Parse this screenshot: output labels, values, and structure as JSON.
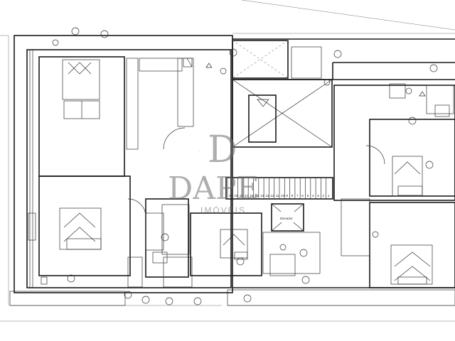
{
  "watermark": {
    "monogram": "D",
    "brand": "DAPE",
    "sub": "IMÓVEIS"
  },
  "stair": {
    "step_numbers": [
      "20",
      "19",
      "18",
      "17",
      "16",
      "15",
      "14",
      "13",
      "12",
      "11",
      "10",
      "9",
      "8",
      "7",
      "6",
      "5",
      "4",
      "3",
      "2",
      "1"
    ]
  },
  "labels": {
    "elevator": "Elevador"
  },
  "colors": {
    "wall": "#1a1a1a",
    "background": "#ffffff",
    "watermark": "#6d6d6d"
  }
}
